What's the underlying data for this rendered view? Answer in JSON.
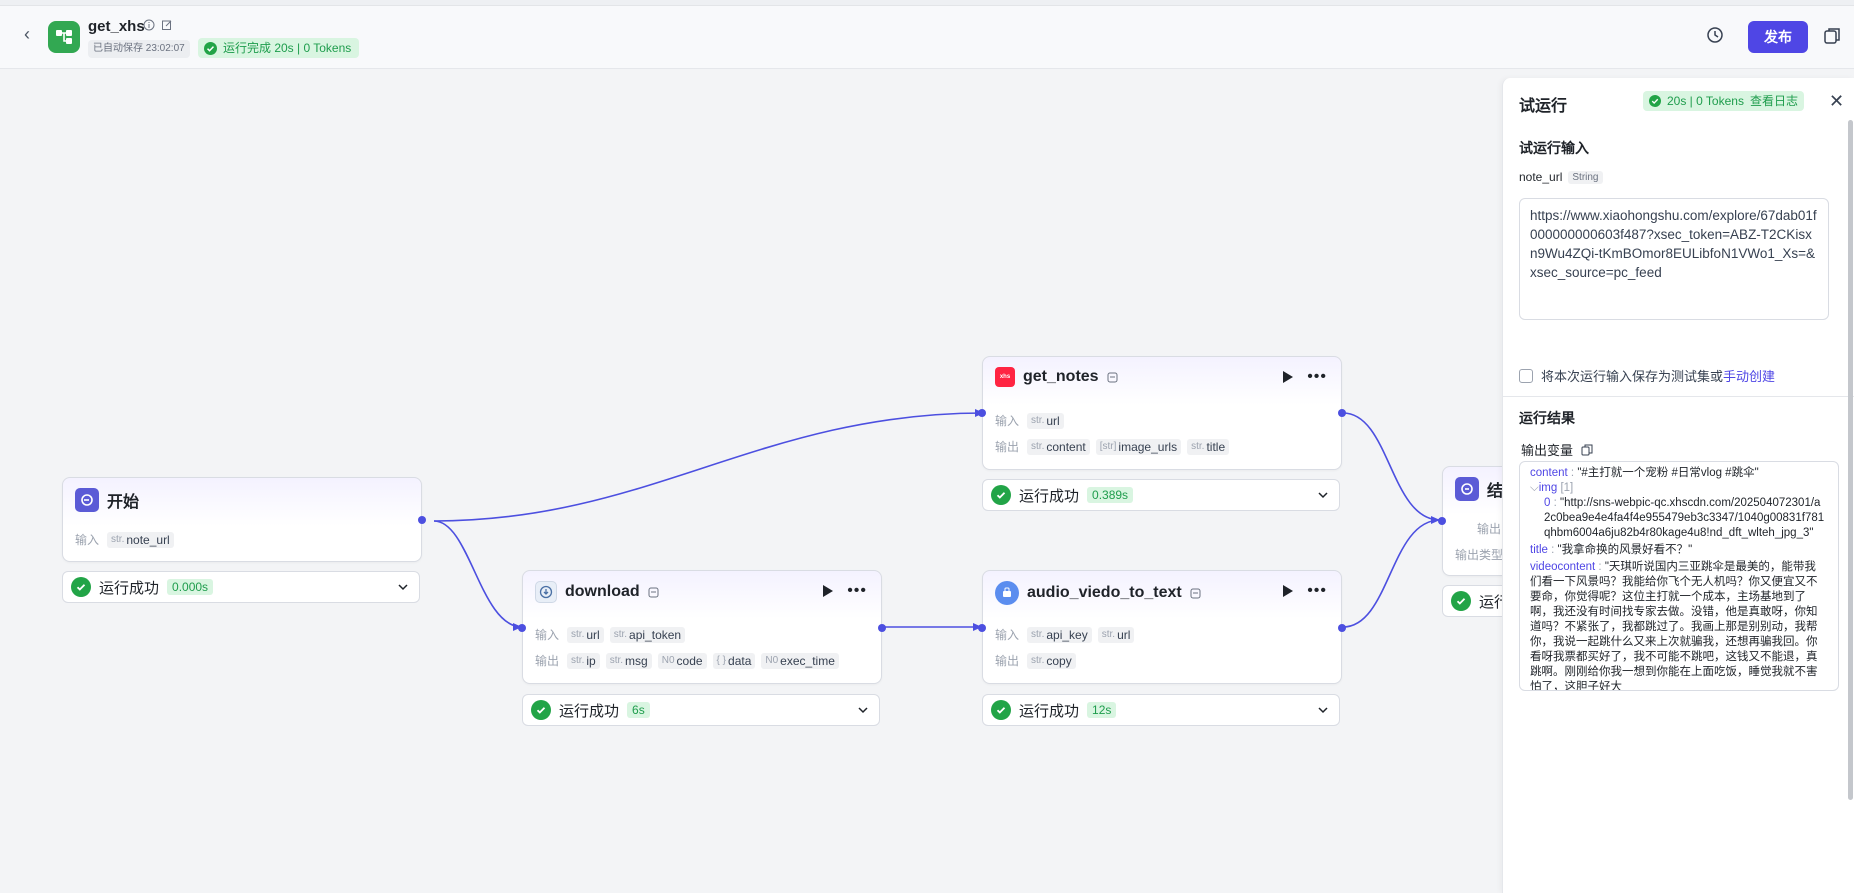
{
  "header": {
    "app_title": "get_xhs",
    "autosave": "已自动保存 23:02:07",
    "run_status": "运行完成 20s | 0 Tokens",
    "publish_label": "发布"
  },
  "nodes": {
    "start": {
      "title": "开始",
      "input_label": "输入",
      "input_type": "str.",
      "input_name": "note_url",
      "status": "运行成功",
      "time": "0.000s"
    },
    "get_notes": {
      "title": "get_notes",
      "input_label": "输入",
      "output_label": "输出",
      "inputs": [
        {
          "type": "str.",
          "name": "url"
        }
      ],
      "outputs": [
        {
          "type": "str.",
          "name": "content"
        },
        {
          "type": "[str]",
          "name": "image_urls"
        },
        {
          "type": "str.",
          "name": "title"
        }
      ],
      "status": "运行成功",
      "time": "0.389s"
    },
    "download": {
      "title": "download",
      "input_label": "输入",
      "output_label": "输出",
      "inputs": [
        {
          "type": "str.",
          "name": "url"
        },
        {
          "type": "str.",
          "name": "api_token"
        }
      ],
      "outputs": [
        {
          "type": "str.",
          "name": "ip"
        },
        {
          "type": "str.",
          "name": "msg"
        },
        {
          "type": "N0",
          "name": "code"
        },
        {
          "type": "{ }",
          "name": "data"
        },
        {
          "type": "N0",
          "name": "exec_time"
        }
      ],
      "status": "运行成功",
      "time": "6s"
    },
    "audio": {
      "title": "audio_viedo_to_text",
      "input_label": "输入",
      "output_label": "输出",
      "inputs": [
        {
          "type": "str.",
          "name": "api_key"
        },
        {
          "type": "str.",
          "name": "url"
        }
      ],
      "outputs": [
        {
          "type": "str.",
          "name": "copy"
        }
      ],
      "status": "运行成功",
      "time": "12s"
    },
    "end": {
      "title": "结",
      "output_label": "输出",
      "output_type_label": "输出类型",
      "status": "运行"
    }
  },
  "panel": {
    "title": "试运行",
    "badge_stats": "20s | 0 Tokens",
    "badge_link": "查看日志",
    "input_section": "试运行输入",
    "field_name": "note_url",
    "field_type": "String",
    "field_value": "https://www.xiaohongshu.com/explore/67dab01f000000000603f487?xsec_token=ABZ-T2CKisxn9Wu4ZQi-tKmBOmor8EULibfoN1VWo1_Xs=&xsec_source=pc_feed",
    "save_text": "将本次运行输入保存为测试集或",
    "save_link": "手动创建",
    "result_section": "运行结果",
    "output_vars": "输出变量",
    "result": {
      "content_key": "content",
      "content_val": "\"#主打就一个宠粉 #日常vlog #跳伞\"",
      "img_key": "img",
      "img_count": "[1]",
      "img0_key": "0",
      "img0_val": "\"http://sns-webpic-qc.xhscdn.com/202504072301/a2c0bea9e4e4fa4f4e955479eb3c3347/1040g00831f781qhbm6004a6ju82b4r80kage4u8!nd_dft_wlteh_jpg_3\"",
      "title_key": "title",
      "title_val": "\"我拿命换的风景好看不？\"",
      "video_key": "videocontent",
      "video_val": "\"天琪听说国内三亚跳伞是最美的，能带我们看一下风景吗？我能给你飞个无人机吗？你又便宜又不要命，你觉得呢？这位主打就一个成本，主场基地到了啊，我还没有时间找专家去做。没错，他是真敢呀，你知道吗？不紧张了，我都跳过了。我画上那是别别动，我帮你，我说一起跳什么又来上次就骗我，还想再骗我回。你看呀我票都买好了，我不可能不跳吧，这钱又不能退，真跳啊。刚刚给你我一想到你能在上面吃饭，睡觉我就不害怕了，这胆子好大"
    }
  }
}
